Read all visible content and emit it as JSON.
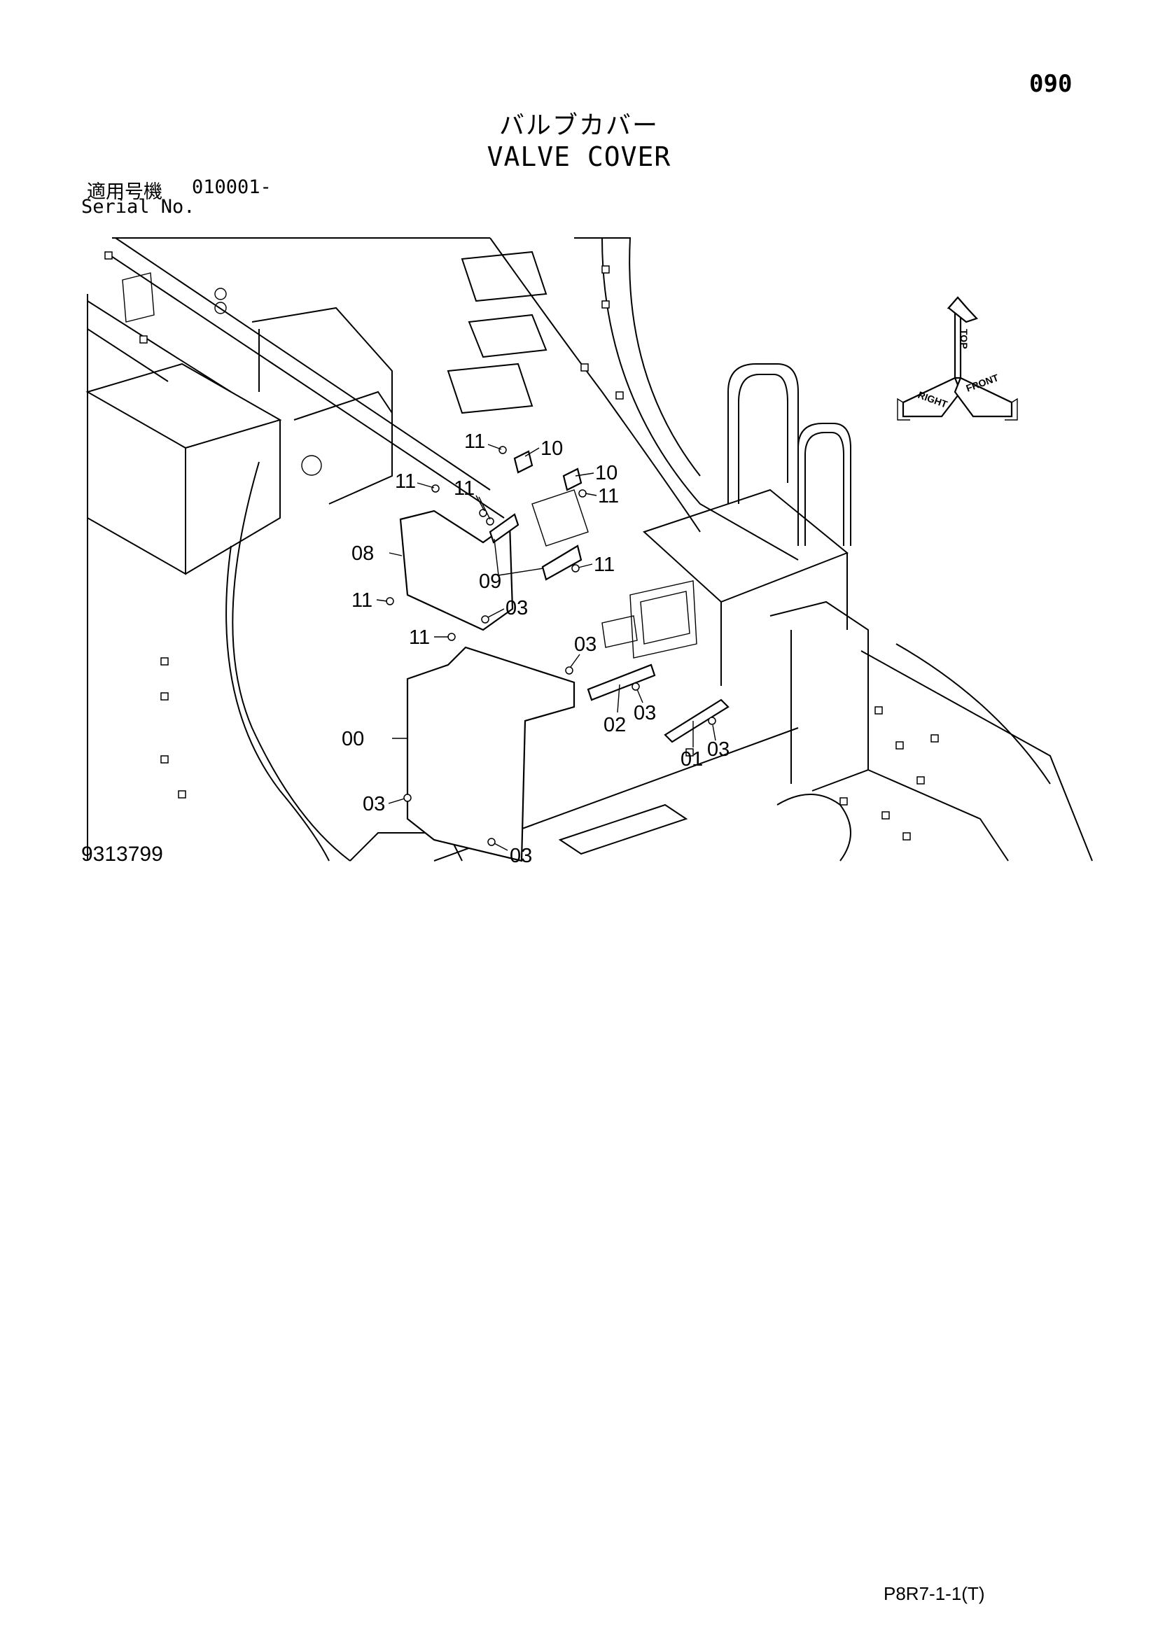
{
  "header": {
    "page_number": "090",
    "title_jp": "バルブカバー",
    "title_en": "VALVE COVER"
  },
  "serial": {
    "label_jp": "適用号機",
    "value": "010001-",
    "label_en": "Serial No."
  },
  "diagram": {
    "number": "9313799",
    "orientation_labels": {
      "top": "TOP",
      "right": "RIGHT",
      "front": "FRONT"
    },
    "callouts": [
      {
        "id": "c-11a",
        "text": "11"
      },
      {
        "id": "c-10a",
        "text": "10"
      },
      {
        "id": "c-10b",
        "text": "10"
      },
      {
        "id": "c-11b",
        "text": "11"
      },
      {
        "id": "c-11c",
        "text": "11"
      },
      {
        "id": "c-11d",
        "text": "11"
      },
      {
        "id": "c-08",
        "text": "08"
      },
      {
        "id": "c-09",
        "text": "09"
      },
      {
        "id": "c-11e",
        "text": "11"
      },
      {
        "id": "c-11f",
        "text": "11"
      },
      {
        "id": "c-03a",
        "text": "03"
      },
      {
        "id": "c-11g",
        "text": "11"
      },
      {
        "id": "c-03b",
        "text": "03"
      },
      {
        "id": "c-03c",
        "text": "03"
      },
      {
        "id": "c-02",
        "text": "02"
      },
      {
        "id": "c-00",
        "text": "00"
      },
      {
        "id": "c-01",
        "text": "01"
      },
      {
        "id": "c-03d",
        "text": "03"
      },
      {
        "id": "c-03e",
        "text": "03"
      },
      {
        "id": "c-03f",
        "text": "03"
      }
    ]
  },
  "footer": {
    "code": "P8R7-1-1(T)"
  }
}
